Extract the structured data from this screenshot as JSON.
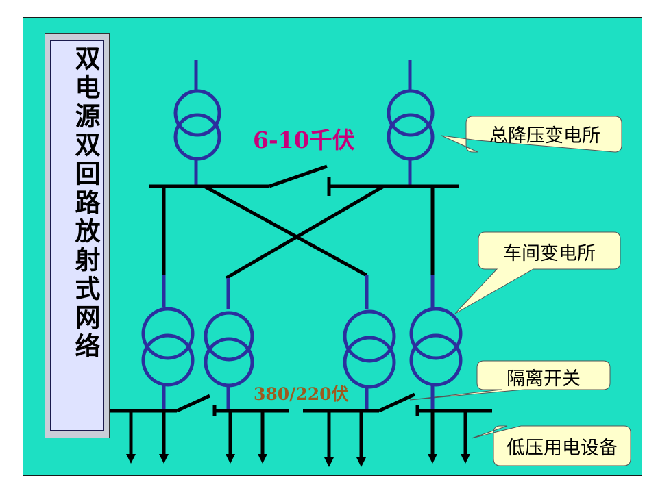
{
  "title": "双电源双回路放射式网络",
  "labels": {
    "high_voltage": "6-10千伏",
    "low_voltage": "380/220伏"
  },
  "callouts": {
    "main_substation": "总降压变电所",
    "workshop_substation": "车间变电所",
    "isolating_switch": "隔离开关",
    "low_voltage_equipment": "低压用电设备"
  },
  "colors": {
    "background": "#1de0c3",
    "conductor": "#2b2f9e",
    "busbar": "#000000",
    "callout_fill": "#ffffcc",
    "high_voltage_text": "#c8007a",
    "low_voltage_text": "#9e5a1e"
  }
}
